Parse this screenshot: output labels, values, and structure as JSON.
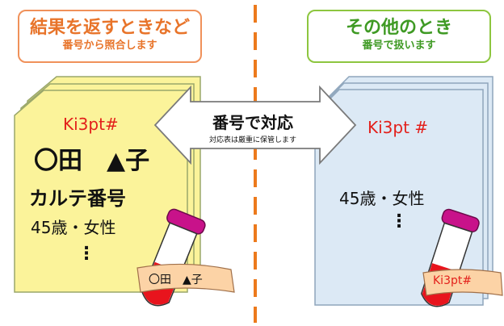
{
  "left_header": {
    "title": "結果を返すときなど",
    "subtitle": "番号から照合します"
  },
  "right_header": {
    "title": "その他のとき",
    "subtitle": "番号で扱います"
  },
  "left_card": {
    "id_text": "Ki3pt#",
    "name": "〇田　▲子",
    "chart_label": "カルテ番号",
    "age_sex": "45歳・女性",
    "dots": "⋮"
  },
  "right_card": {
    "id_text": "Ki3pt #",
    "age_sex": "45歳・女性",
    "dots": "⋮"
  },
  "arrow": {
    "title": "番号で対応",
    "subtitle": "対応表は厳重に保管します"
  },
  "left_tube_label": "〇田　▲子",
  "right_tube_label": "Ki3pt#",
  "colors": {
    "left_card": "#fbf39a",
    "right_card": "#dce9f5",
    "tube_cap": "#c8128a",
    "blood": "#e8141d",
    "divider": "#ec7a1c"
  }
}
